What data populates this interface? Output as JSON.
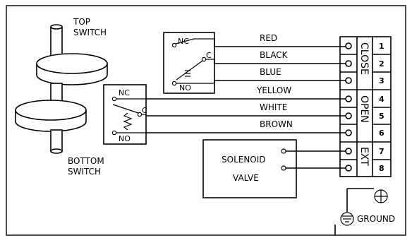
{
  "switches": {
    "top_label_1": "TOP",
    "top_label_2": "SWITCH",
    "bottom_label_1": "BOTTOM",
    "bottom_label_2": "SWITCH"
  },
  "contacts_top": {
    "nc": "NC",
    "c": "C",
    "no": "NO"
  },
  "contacts_bottom": {
    "nc": "NC",
    "c": "C",
    "no": "NO"
  },
  "wires": [
    "RED",
    "BLACK",
    "BLUE",
    "YELLOW",
    "WHITE",
    "BROWN"
  ],
  "solenoid": {
    "line1": "SOLENOID",
    "line2": "VALVE"
  },
  "terminal_numbers": [
    "1",
    "2",
    "3",
    "4",
    "5",
    "6",
    "7",
    "8"
  ],
  "groups": [
    "CLOSE",
    "OPEN",
    "EXT"
  ],
  "ground_label": "GROUND"
}
